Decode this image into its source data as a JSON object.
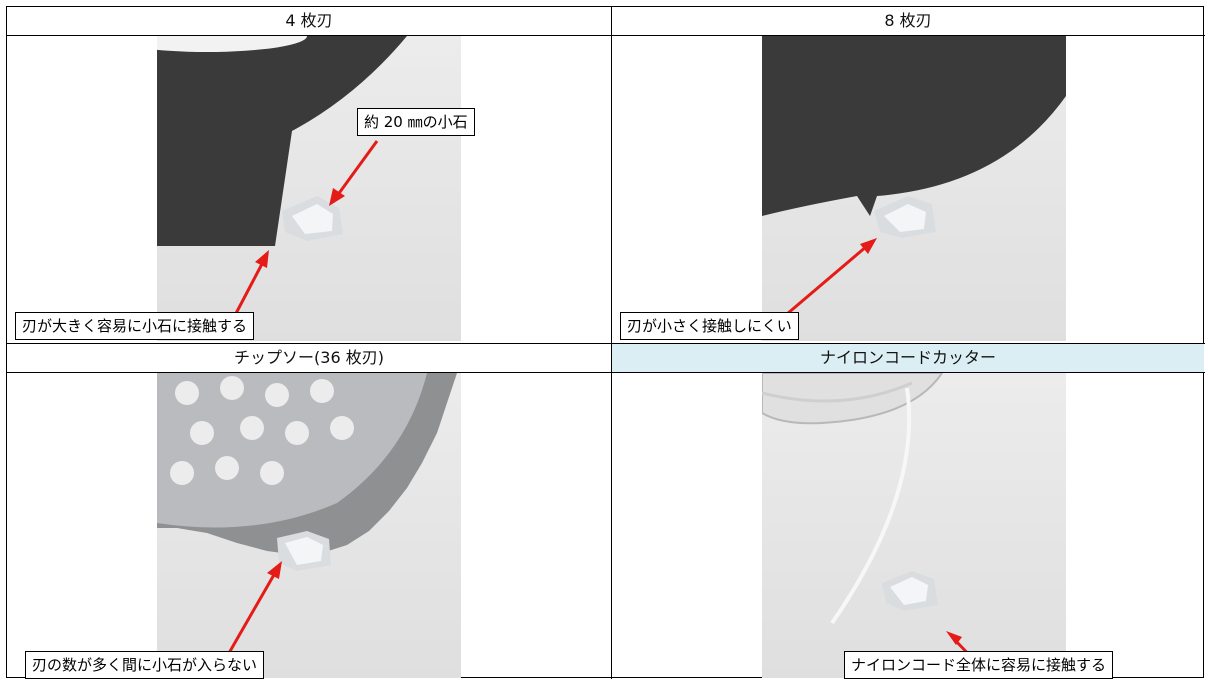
{
  "panels": [
    {
      "header": "4 枚刃",
      "callouts": [
        "約 20 ㎜の小石",
        "刃が大きく容易に小石に接触する"
      ]
    },
    {
      "header": "8 枚刃",
      "callouts": [
        "刃が小さく接触しにくい"
      ]
    },
    {
      "header": "チップソー(36 枚刃)",
      "callouts": [
        "刃の数が多く間に小石が入らない"
      ]
    },
    {
      "header": "ナイロンコードカッター",
      "callouts": [
        "ナイロンコード全体に容易に接触する"
      ]
    }
  ],
  "colors": {
    "arrow": "#e41b17",
    "highlight_header": "#dbeef4",
    "blade": "#3a3a3a"
  }
}
